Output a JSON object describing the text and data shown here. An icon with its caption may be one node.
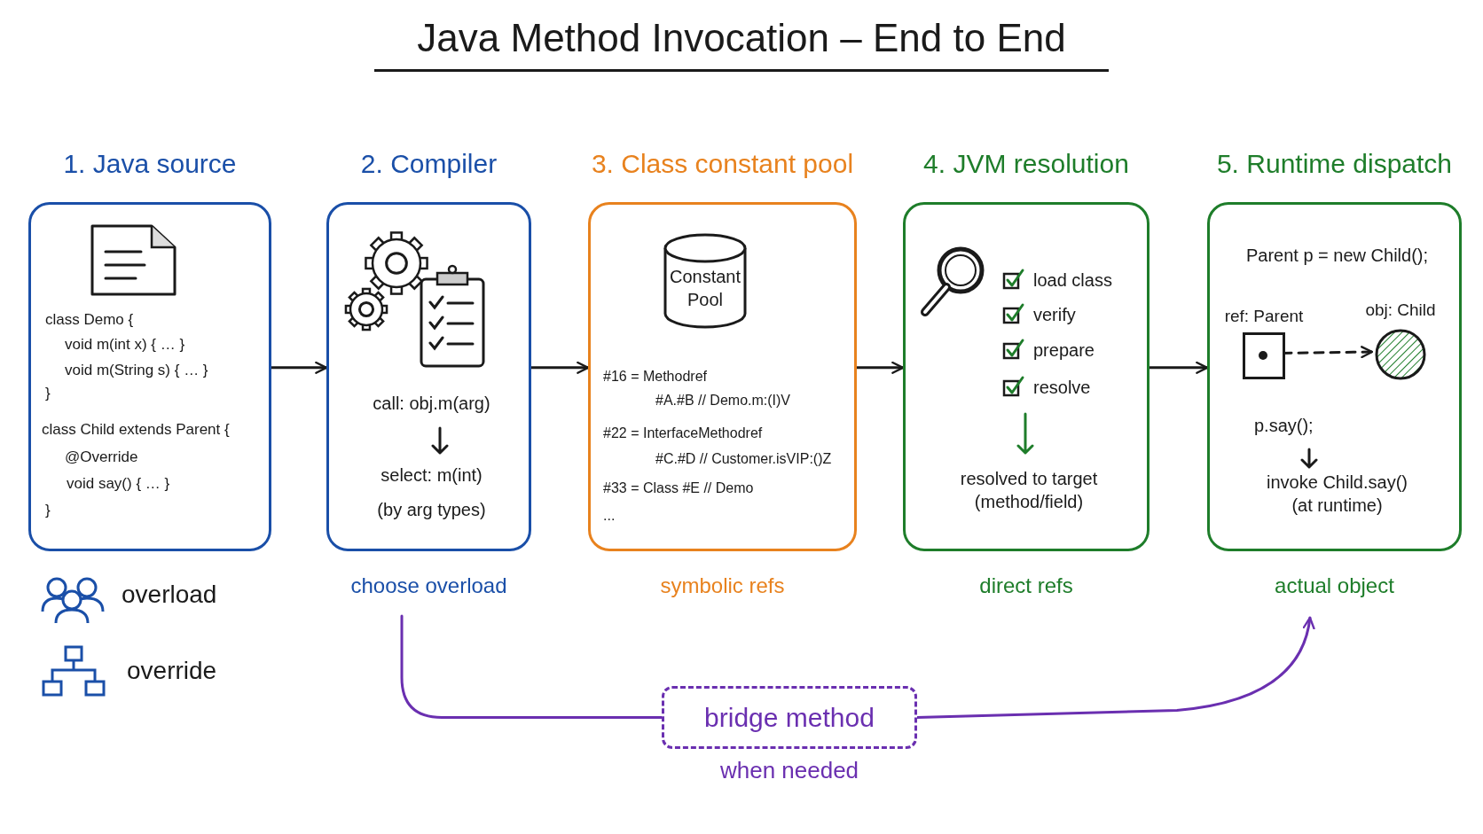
{
  "diagram": {
    "title": "Java Method Invocation – End to End",
    "nodes": [
      {
        "text": [
          "1. Java source",
          "class Demo {",
          "void m(int x) { … }",
          "void m(String s) { … }",
          "}",
          "class Child extends Parent {",
          "@Override",
          "void say() { … }",
          "}"
        ]
      },
      {
        "text": [
          "2. Compiler",
          "call: obj.m(arg)",
          "select: m(int)",
          "(by arg types)"
        ],
        "beside": [
          "choose overload"
        ]
      },
      {
        "text": [
          "3. Class constant pool",
          "#16 = Methodref",
          "#A.#B // Demo.m:(I)V",
          "#22 = InterfaceMethodref",
          "#C.#D // Customer.isVIP:()Z",
          "#33 = Class #E // Demo",
          "..."
        ],
        "beside": [
          "symbolic refs"
        ]
      },
      {
        "text": [
          "Constant Pool"
        ],
        "in": 2
      },
      {
        "text": [
          "4. JVM resolution",
          "load class",
          "verify",
          "prepare",
          "resolve",
          "resolved to target (method/field)"
        ],
        "beside": [
          "direct refs"
        ]
      },
      {
        "text": [
          "5. Runtime dispatch",
          "Parent p = new Child();",
          "p.say();",
          "invoke Child.say() (at runtime)"
        ],
        "beside": [
          "actual object"
        ]
      },
      {
        "text": [
          "ref: Parent"
        ],
        "in": 5
      },
      {
        "text": [
          "obj: Child"
        ],
        "in": 5
      },
      {
        "text": [
          "bridge method"
        ],
        "beside": [
          "when needed"
        ]
      }
    ],
    "edges": [
      {
        "from": 0,
        "to": 1,
        "arrow": "to"
      },
      {
        "from": 1,
        "to": 2,
        "arrow": "to"
      },
      {
        "from": 2,
        "to": 4,
        "arrow": "to"
      },
      {
        "from": 4,
        "to": 5,
        "arrow": "to"
      },
      {
        "from": 6,
        "to": 7,
        "arrow": "to",
        "style": "dashed"
      },
      {
        "from": 1,
        "to": 8,
        "arrow": "none",
        "color": "#6a2fb0"
      },
      {
        "from": 8,
        "to": 5,
        "arrow": "to",
        "color": "#6a2fb0"
      }
    ],
    "legend": [
      {
        "text": "overload"
      },
      {
        "text": "override"
      }
    ]
  }
}
